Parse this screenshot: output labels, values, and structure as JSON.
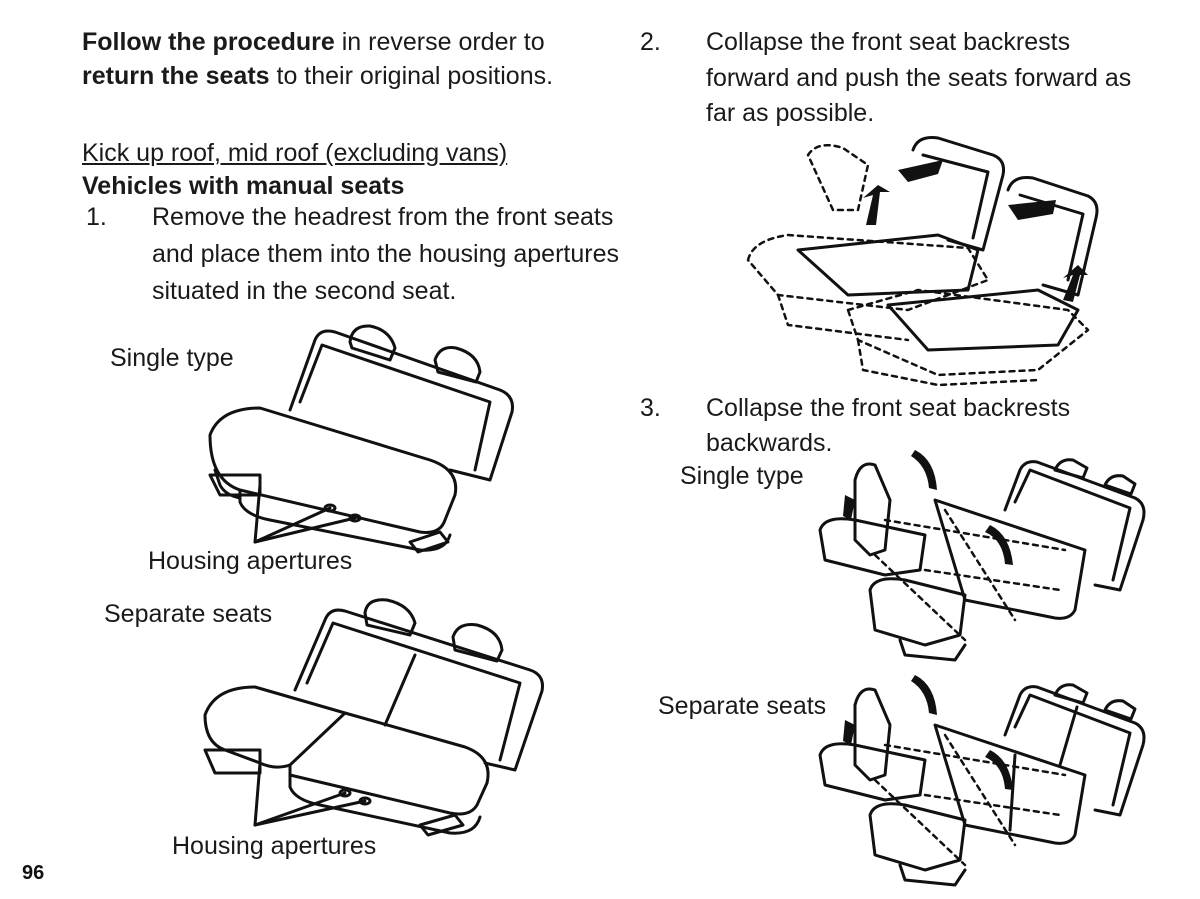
{
  "left": {
    "intro_p1_bold": "Follow the procedure",
    "intro_p1_rest": " in reverse order to",
    "intro_p2_bold": "return the seats",
    "intro_p2_rest": " to their original positions.",
    "section_heading": "Kick up roof, mid roof (excluding vans)",
    "subheading": "Vehicles with manual seats",
    "step1_num": "1.",
    "step1_line1": "Remove the headrest from the front seats",
    "step1_line2": "and place them into the housing apertures",
    "step1_line3": "situated in the second seat.",
    "fig1_label": "Single type",
    "fig1_caption": "Housing apertures",
    "fig2_label": "Separate seats",
    "fig2_caption": "Housing apertures"
  },
  "right": {
    "step2_num": "2.",
    "step2_line1": "Collapse the front seat backrests",
    "step2_line2": "forward and push the seats forward as",
    "step2_line3": "far as possible.",
    "step3_num": "3.",
    "step3_line1": "Collapse the front seat backrests",
    "step3_line2": "backwards.",
    "fig3_label": "Single type",
    "fig4_label": "Separate seats"
  },
  "page_number": "96"
}
